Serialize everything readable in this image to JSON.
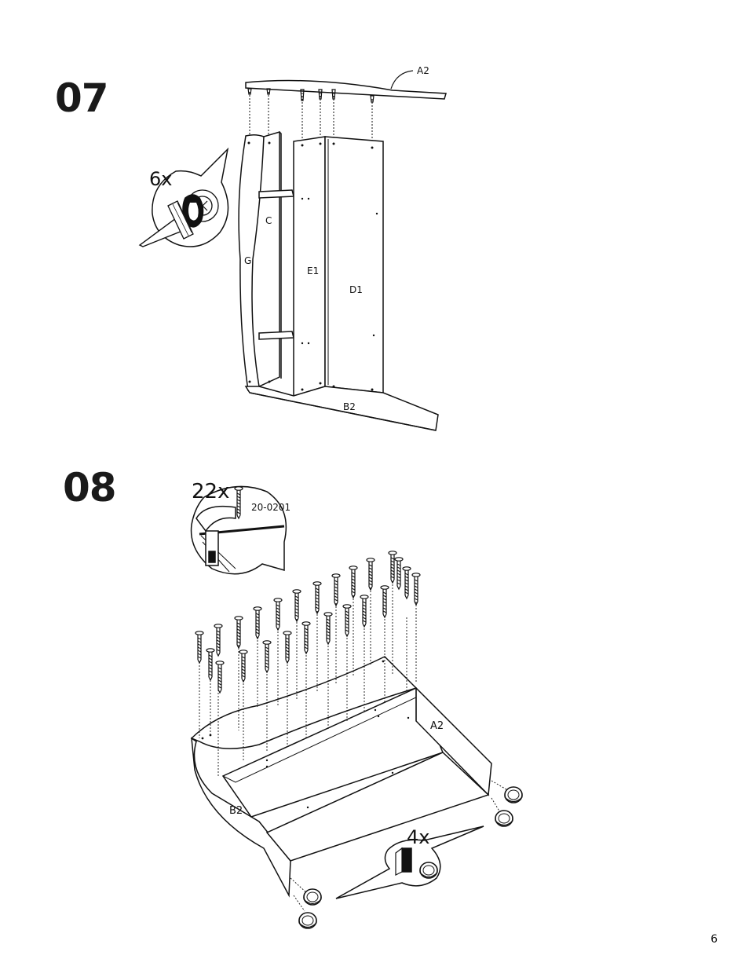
{
  "steps": [
    {
      "number": "07",
      "callout_qty": "6x",
      "labels": {
        "a2": "A2",
        "c": "C",
        "g": "G",
        "e1": "E1",
        "d1": "D1",
        "b2": "B2"
      }
    },
    {
      "number": "08",
      "callout_qty": "22x",
      "part_code": "20-0201",
      "glide_qty": "4x",
      "labels": {
        "a2": "A2",
        "b2": "B2"
      }
    }
  ],
  "page_number": "6"
}
